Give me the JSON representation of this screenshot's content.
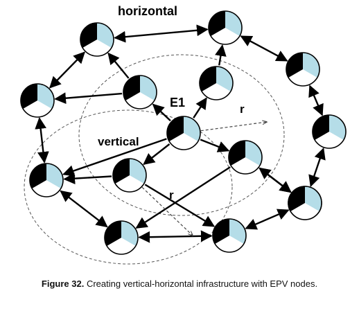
{
  "labels": {
    "horizontal": "horizontal",
    "vertical": "vertical",
    "e1": "E1",
    "r_top": "r",
    "r_bottom": "r"
  },
  "caption": {
    "number": "Figure 32.",
    "text": "Creating vertical-horizontal infrastructure with EPV nodes."
  },
  "nodes": [
    {
      "id": "n1"
    },
    {
      "id": "n2"
    },
    {
      "id": "n3"
    },
    {
      "id": "n4"
    },
    {
      "id": "n5"
    },
    {
      "id": "n6"
    },
    {
      "id": "n7"
    },
    {
      "id": "n8"
    },
    {
      "id": "n9"
    },
    {
      "id": "n10"
    },
    {
      "id": "n11"
    },
    {
      "id": "n12"
    },
    {
      "id": "n13"
    },
    {
      "id": "n14"
    },
    {
      "id": "n15"
    }
  ],
  "edges": [
    {
      "from": "n1",
      "to": "n2",
      "type": "double"
    },
    {
      "from": "n2",
      "to": "n4",
      "type": "double"
    },
    {
      "from": "n4",
      "to": "n5",
      "type": "double"
    },
    {
      "from": "n5",
      "to": "n6",
      "type": "double"
    },
    {
      "from": "n6",
      "to": "n7",
      "type": "double"
    },
    {
      "from": "n7",
      "to": "n8",
      "type": "double"
    },
    {
      "from": "n8",
      "to": "n9",
      "type": "double"
    },
    {
      "from": "n9",
      "to": "n10",
      "type": "double"
    },
    {
      "from": "n10",
      "to": "n11",
      "type": "double"
    },
    {
      "from": "n11",
      "to": "n12",
      "type": "double"
    },
    {
      "from": "n12",
      "to": "n1",
      "type": "double"
    },
    {
      "from": "n3",
      "to": "n2",
      "type": "single"
    },
    {
      "from": "n13",
      "to": "n3",
      "type": "single"
    },
    {
      "from": "n14",
      "to": "n12",
      "type": "single"
    },
    {
      "from": "n14",
      "to": "n1",
      "type": "single"
    },
    {
      "from": "n13",
      "to": "n14",
      "type": "single"
    },
    {
      "from": "n13",
      "to": "n15",
      "type": "single"
    },
    {
      "from": "n13",
      "to": "n7",
      "type": "single"
    },
    {
      "from": "n13",
      "to": "n11",
      "type": "single"
    },
    {
      "from": "n15",
      "to": "n11",
      "type": "single"
    },
    {
      "from": "n7",
      "to": "n8",
      "type": "single"
    },
    {
      "from": "n7",
      "to": "n10",
      "type": "single"
    },
    {
      "from": "n15",
      "to": "n9",
      "type": "single"
    }
  ],
  "dashed_arrows": [
    {
      "from": "n13",
      "to": "e_right",
      "label_key": "r_top"
    },
    {
      "from": "n15",
      "to": "e_down",
      "label_key": "r_bottom"
    }
  ],
  "colors": {
    "node_fill": "#ffffff",
    "node_black": "#000000",
    "node_blue": "#b5dde8",
    "edge": "#000000",
    "dashed": "#444444"
  }
}
